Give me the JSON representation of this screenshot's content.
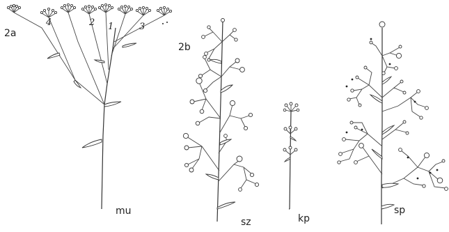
{
  "figure": {
    "panel_labels": {
      "a": "2a",
      "b": "2b"
    },
    "umbel_numbers": [
      "4",
      "2",
      "1",
      "3"
    ],
    "plant_labels": [
      "mu",
      "sz",
      "kp",
      "sp"
    ]
  }
}
